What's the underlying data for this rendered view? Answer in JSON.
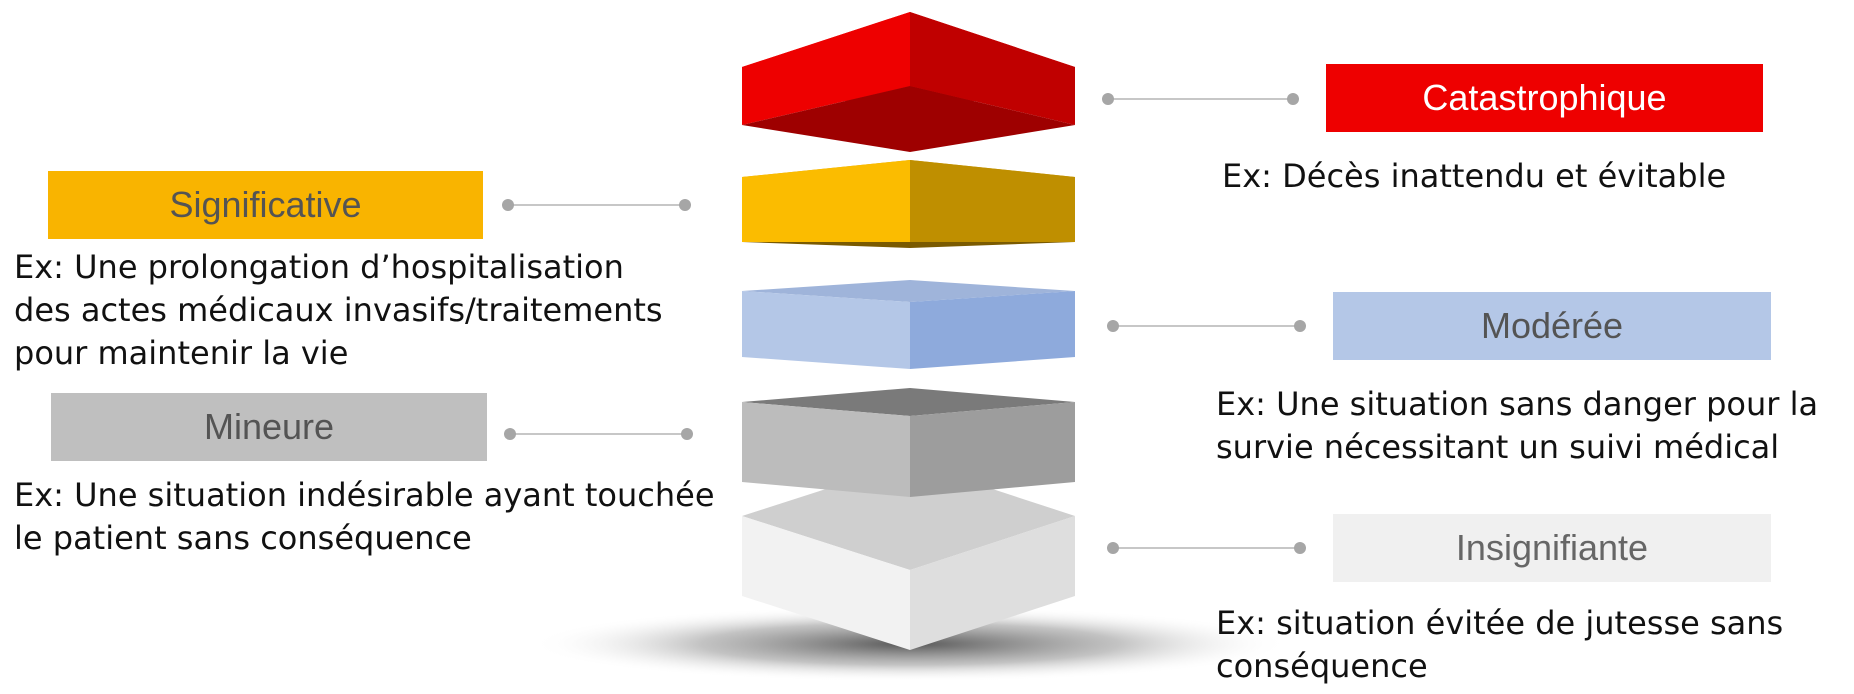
{
  "colors": {
    "catastrophique": "#ee0000",
    "significative": "#f9b400",
    "moderee": "#b4c7e7",
    "mineure": "#bfbfbf",
    "insignifiante": "#f0f0f0"
  },
  "levels": {
    "catastrophique": {
      "label": "Catastrophique",
      "example": "Ex: Décès inattendu et évitable"
    },
    "significative": {
      "label": "Significative",
      "example": "Ex: Une prolongation d’hospitalisation\ndes actes médicaux invasifs/traitements\npour maintenir la vie"
    },
    "moderee": {
      "label": "Modérée",
      "example": "Ex: Une situation sans danger pour la\nsurvie nécessitant un suivi médical"
    },
    "mineure": {
      "label": "Mineure",
      "example": "Ex: Une situation indésirable ayant touchée\nle patient sans conséquence"
    },
    "insignifiante": {
      "label": "Insignifiante",
      "example": "Ex: situation évitée de jutesse sans\nconséquence"
    }
  }
}
